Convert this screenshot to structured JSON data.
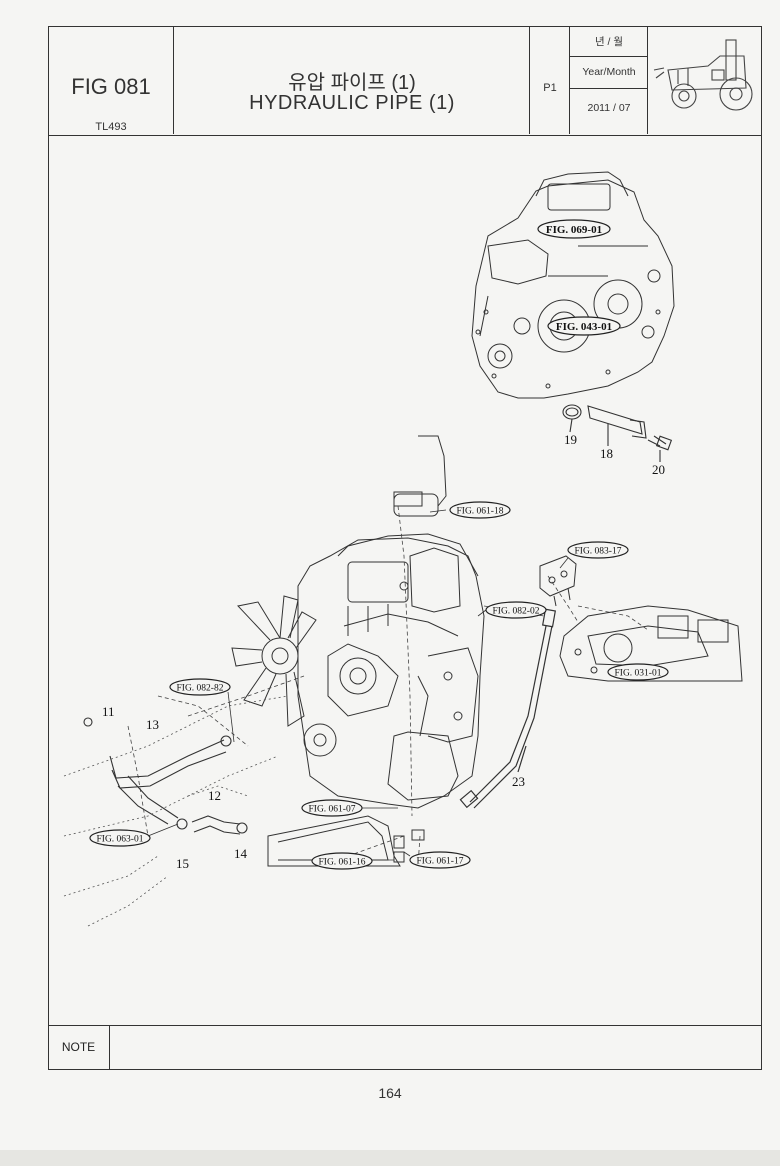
{
  "header": {
    "fig_no": "FIG 081",
    "model": "TL493",
    "title_kr": "유압 파이프 (1)",
    "title_en": "HYDRAULIC PIPE (1)",
    "page": "P1",
    "date_label_kr": "년 / 월",
    "date_label_en": "Year/Month",
    "date_value": "2011 / 07"
  },
  "references": {
    "r1": "FIG. 069-01",
    "r2": "FIG. 043-01",
    "r3": "FIG. 061-18",
    "r4": "FIG. 083-17",
    "r5": "FIG. 082-02",
    "r6": "FIG. 031-01",
    "r7": "FIG. 082-82",
    "r8": "FIG. 063-01",
    "r9": "FIG. 061-07",
    "r10": "FIG. 061-16",
    "r11": "FIG. 061-17"
  },
  "parts": {
    "p11": "11",
    "p12": "12",
    "p13": "13",
    "p14": "14",
    "p15": "15",
    "p18": "18",
    "p19": "19",
    "p20": "20",
    "p23": "23"
  },
  "note_label": "NOTE",
  "page_number": "164"
}
